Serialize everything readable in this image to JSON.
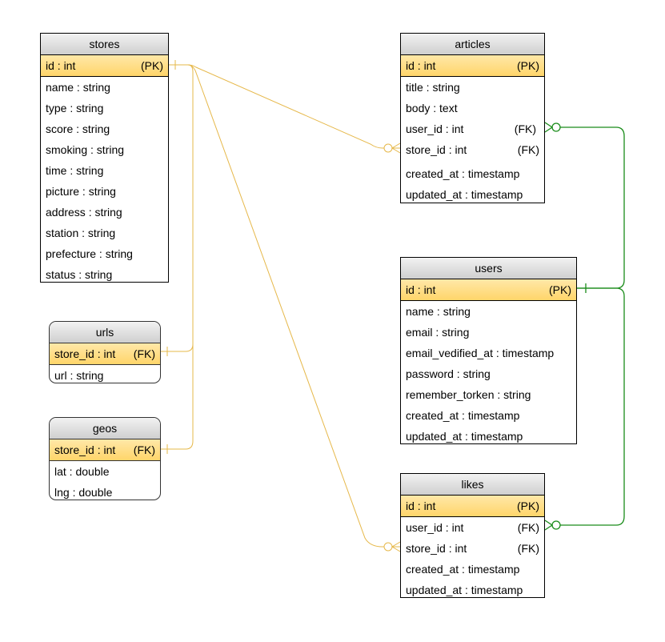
{
  "tables": {
    "stores": {
      "name": "stores",
      "pk": {
        "label": "id : int",
        "key": "(PK)"
      },
      "fields": [
        "name : string",
        "type : string",
        "score : string",
        "smoking : string",
        "time : string",
        "picture : string",
        "address : string",
        "station : string",
        "prefecture : string",
        "status : string"
      ]
    },
    "urls": {
      "name": "urls",
      "pk": {
        "label": "store_id : int",
        "key": "(FK)"
      },
      "fields": [
        "url : string"
      ]
    },
    "geos": {
      "name": "geos",
      "pk": {
        "label": "store_id : int",
        "key": "(FK)"
      },
      "fields": [
        "lat : double",
        "lng : double"
      ]
    },
    "articles": {
      "name": "articles",
      "pk": {
        "label": "id : int",
        "key": "(PK)"
      },
      "fields": [
        {
          "label": "title : string",
          "key": ""
        },
        {
          "label": "body : text",
          "key": ""
        },
        {
          "label": "user_id : int",
          "key": "(FK)"
        },
        {
          "label": "store_id : int",
          "key": "(FK)"
        },
        {
          "label": "created_at : timestamp",
          "key": ""
        },
        {
          "label": "updated_at : timestamp",
          "key": ""
        }
      ]
    },
    "users": {
      "name": "users",
      "pk": {
        "label": "id : int",
        "key": "(PK)"
      },
      "fields": [
        "name : string",
        "email : string",
        "email_vedified_at : timestamp",
        "password : string",
        "remember_torken : string",
        "created_at : timestamp",
        "updated_at : timestamp"
      ]
    },
    "likes": {
      "name": "likes",
      "pk": {
        "label": "id : int",
        "key": "(PK)"
      },
      "fields": [
        {
          "label": "user_id : int",
          "key": "(FK)"
        },
        {
          "label": "store_id : int",
          "key": "(FK)"
        },
        {
          "label": "created_at : timestamp",
          "key": ""
        },
        {
          "label": "updated_at : timestamp",
          "key": ""
        }
      ]
    }
  },
  "colors": {
    "store_relations": "#e6b84a",
    "user_relations": "#1a8c1a",
    "pk_row": "#ffd56a",
    "header": "#d9d9d9"
  }
}
